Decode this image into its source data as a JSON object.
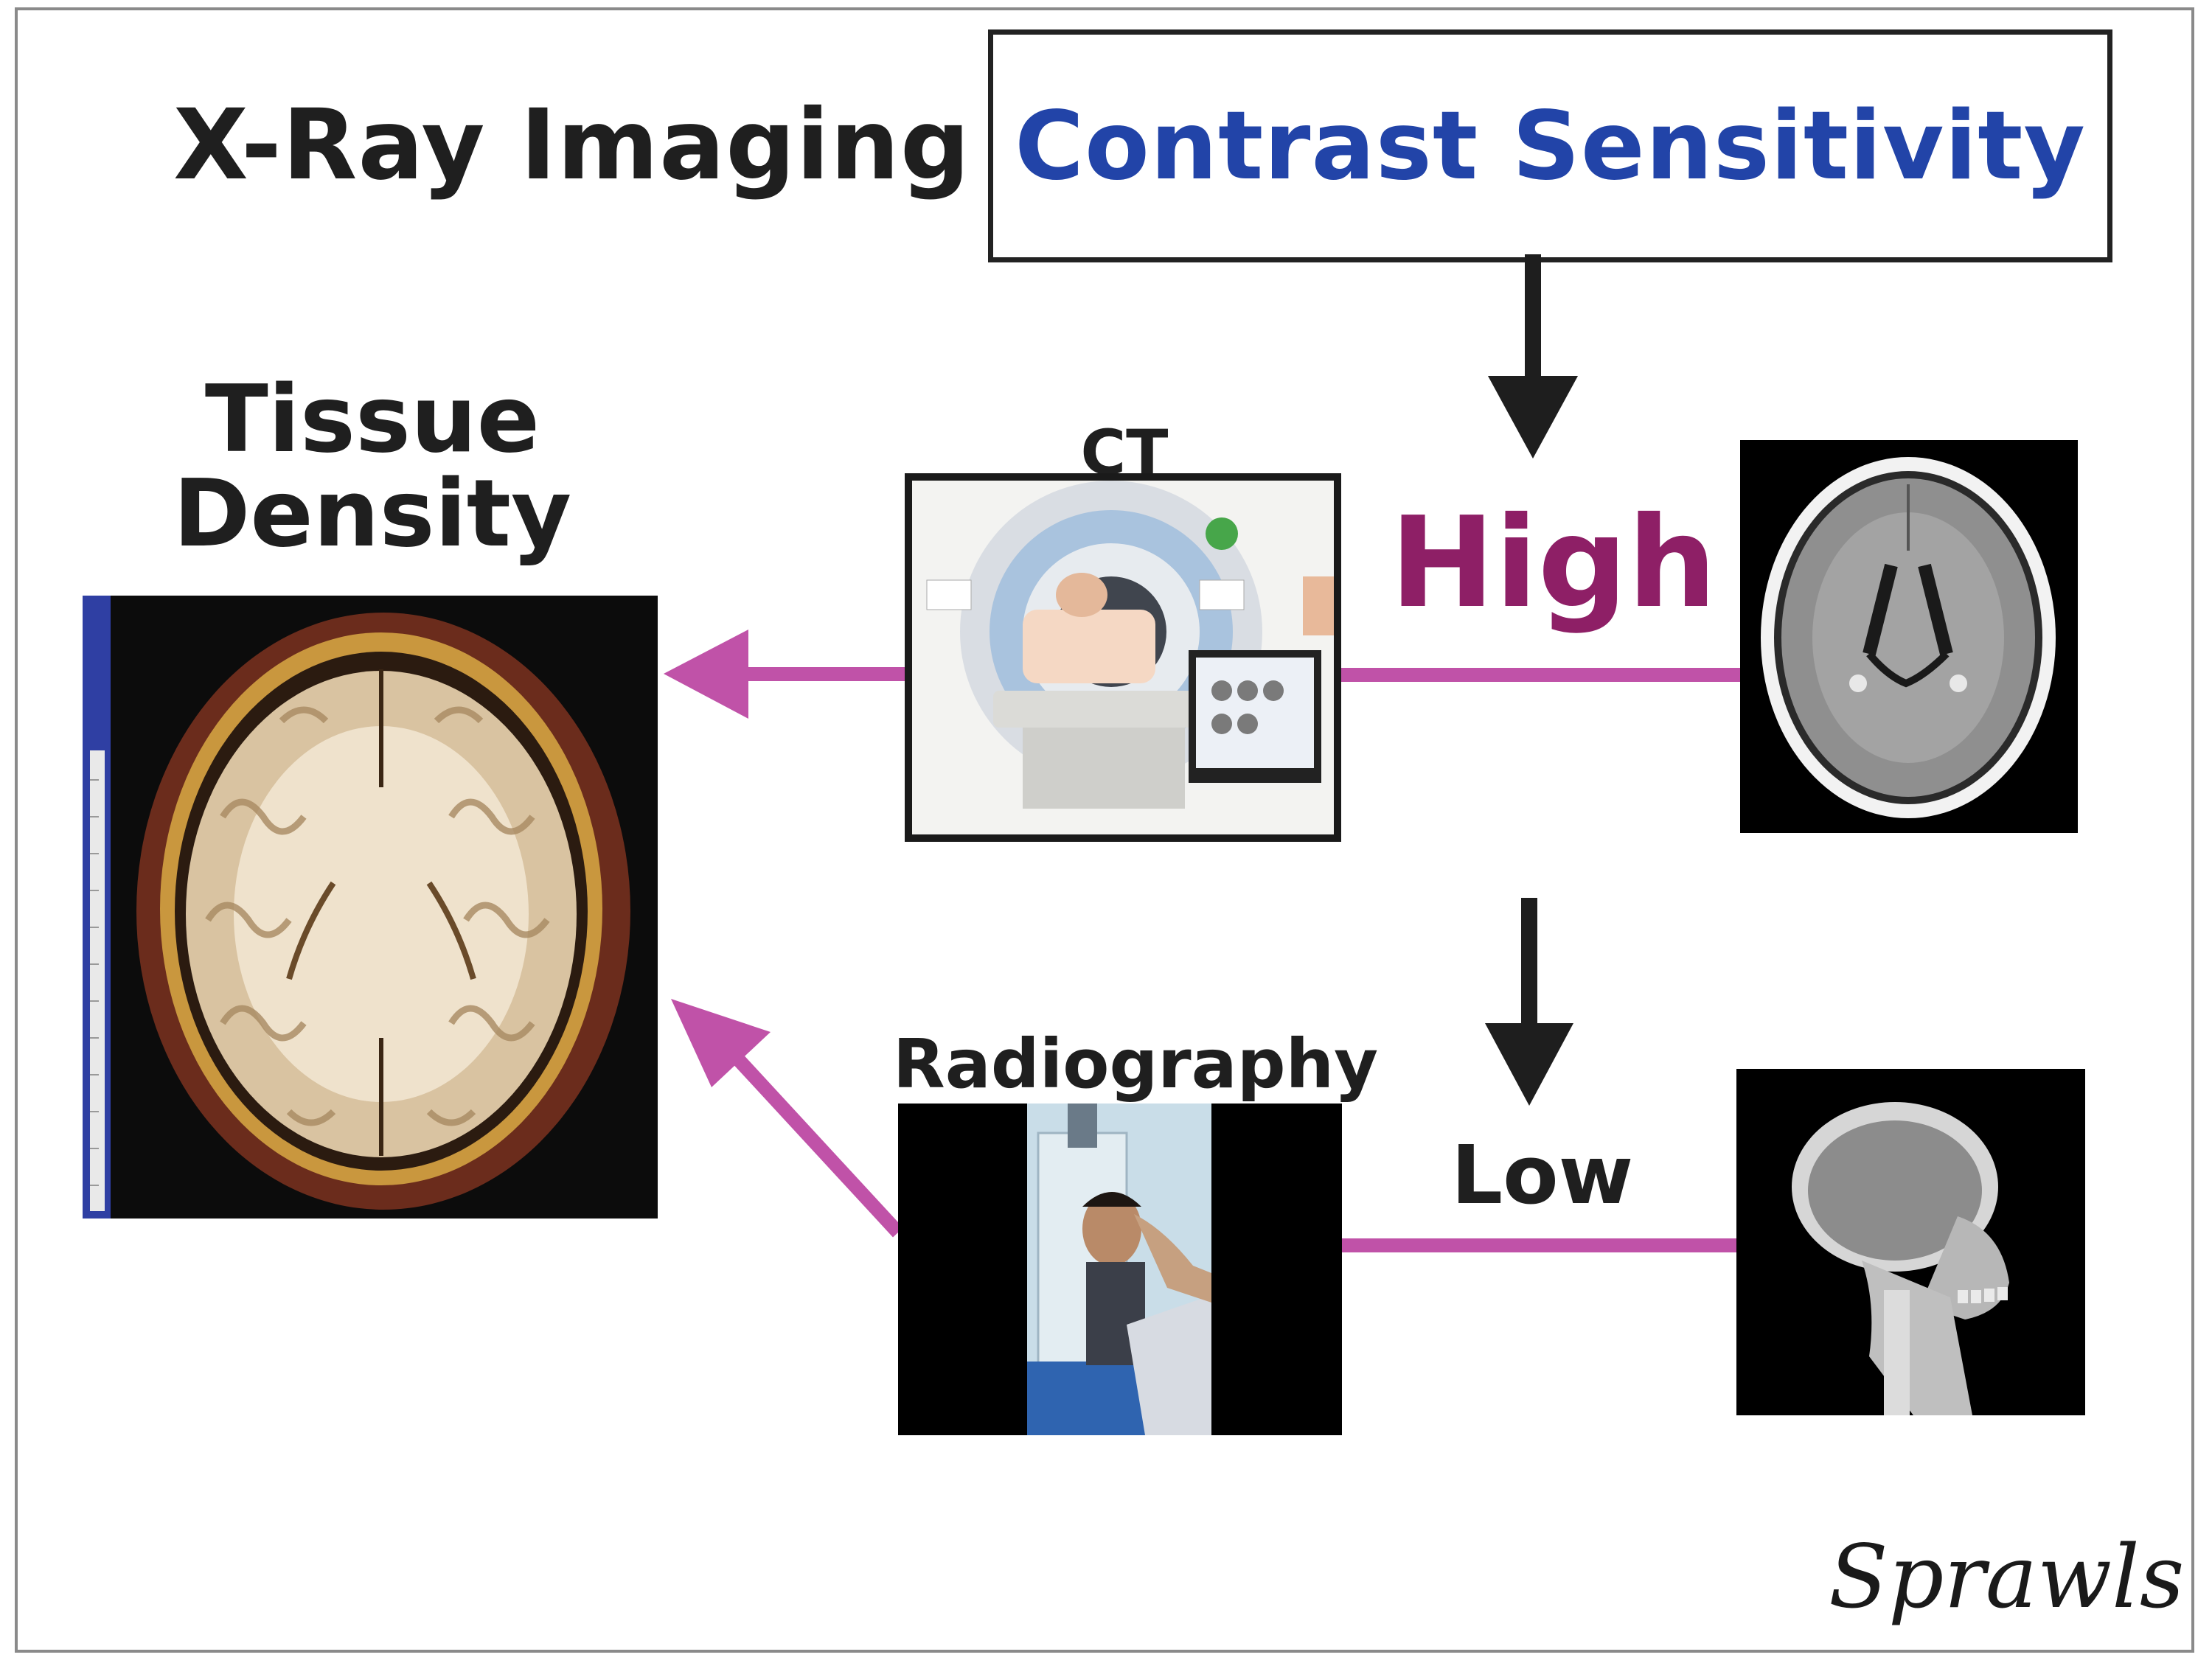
{
  "diagram": {
    "title": "X-Ray Imaging",
    "contrast_sensitivity": "Contrast Sensitivity",
    "tissue_density_line1": "Tissue",
    "tissue_density_line2": "Density",
    "ct_label": "CT",
    "high_label": "High",
    "low_label": "Low",
    "radiography_label": "Radiography",
    "signature": "Sprawls"
  },
  "colors": {
    "title_blue": "#2244a8",
    "high_magenta": "#8e1f66",
    "arrow_pink": "#c052a8",
    "arrow_dark": "#1e1e1e"
  },
  "images": [
    {
      "name": "brain-section-photo",
      "description": "brain-icon"
    },
    {
      "name": "ct-scanner-photo",
      "description": "ct-scanner-icon"
    },
    {
      "name": "ct-head-scan",
      "description": "ct-scan-icon"
    },
    {
      "name": "radiography-photo",
      "description": "radiography-icon"
    },
    {
      "name": "skull-xray",
      "description": "xray-icon"
    }
  ]
}
